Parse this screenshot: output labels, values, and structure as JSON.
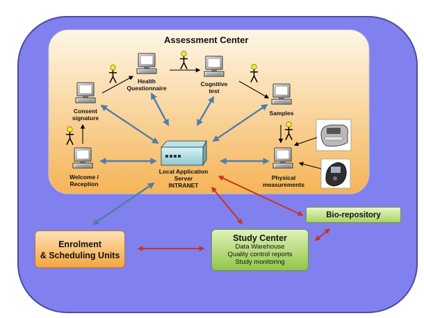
{
  "assessment_center": {
    "title": "Assessment Center"
  },
  "nodes": {
    "health": [
      "Health",
      "Questionnaire"
    ],
    "cognitive": [
      "Cognitive",
      "test"
    ],
    "consent": [
      "Consent",
      "signature"
    ],
    "samples": [
      "Samples"
    ],
    "welcome": [
      "Welcome /",
      "Reception"
    ],
    "physical": [
      "Physical",
      "measurements"
    ],
    "server": [
      "Local Application",
      "Server",
      "INTRANET"
    ]
  },
  "enrolment": {
    "line1": "Enrolment",
    "line2": "& Scheduling Units"
  },
  "study_center": {
    "title": "Study Center",
    "items": [
      "Data Warehouse",
      "Quality control reports",
      "Study monitoring"
    ]
  },
  "bio_repository": {
    "label": "Bio-repository"
  },
  "icons": {
    "computer": "computer-icon",
    "person": "person-icon",
    "server": "server-icon",
    "device": "device-icon"
  },
  "colors": {
    "outer_panel": "#8080ee",
    "assessment_panel_top": "#fef6e6",
    "assessment_panel_bottom": "#f5b457",
    "blue_arrow": "#4f7eab",
    "red_arrow": "#c8351f"
  }
}
